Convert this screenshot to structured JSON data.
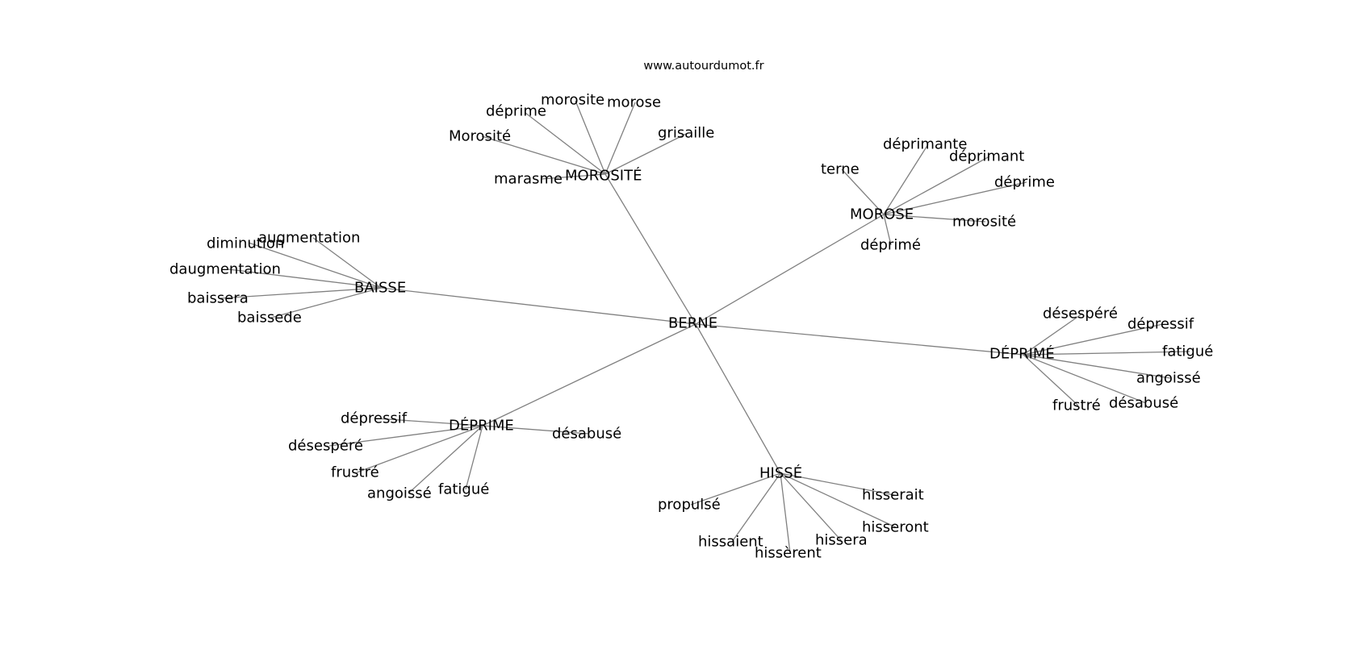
{
  "header": {
    "site": "www.autourdumot.fr"
  },
  "graph": {
    "edge_color": "#808080",
    "center": {
      "label": "BERNE"
    },
    "hubs": [
      {
        "label": "MOROSITÉ",
        "words": [
          "morosite",
          "morose",
          "déprime",
          "grisaille",
          "Morosité",
          "marasme"
        ]
      },
      {
        "label": "MOROSE",
        "words": [
          "terne",
          "déprimante",
          "déprimant",
          "déprime",
          "morosité",
          "déprimé"
        ]
      },
      {
        "label": "BAISSE",
        "words": [
          "augmentation",
          "diminution",
          "daugmentation",
          "baissera",
          "baissede"
        ]
      },
      {
        "label": "DÉPRIMÉ",
        "words": [
          "désespéré",
          "dépressif",
          "fatigué",
          "angoissé",
          "frustré",
          "désabusé"
        ]
      },
      {
        "label": "DÉPRIME",
        "words": [
          "dépressif",
          "désespéré",
          "frustré",
          "angoissé",
          "fatigué",
          "désabusé"
        ]
      },
      {
        "label": "HISSÉ",
        "words": [
          "hisserait",
          "propulsé",
          "hisseront",
          "hissaient",
          "hissera",
          "hissèrent"
        ]
      }
    ]
  }
}
